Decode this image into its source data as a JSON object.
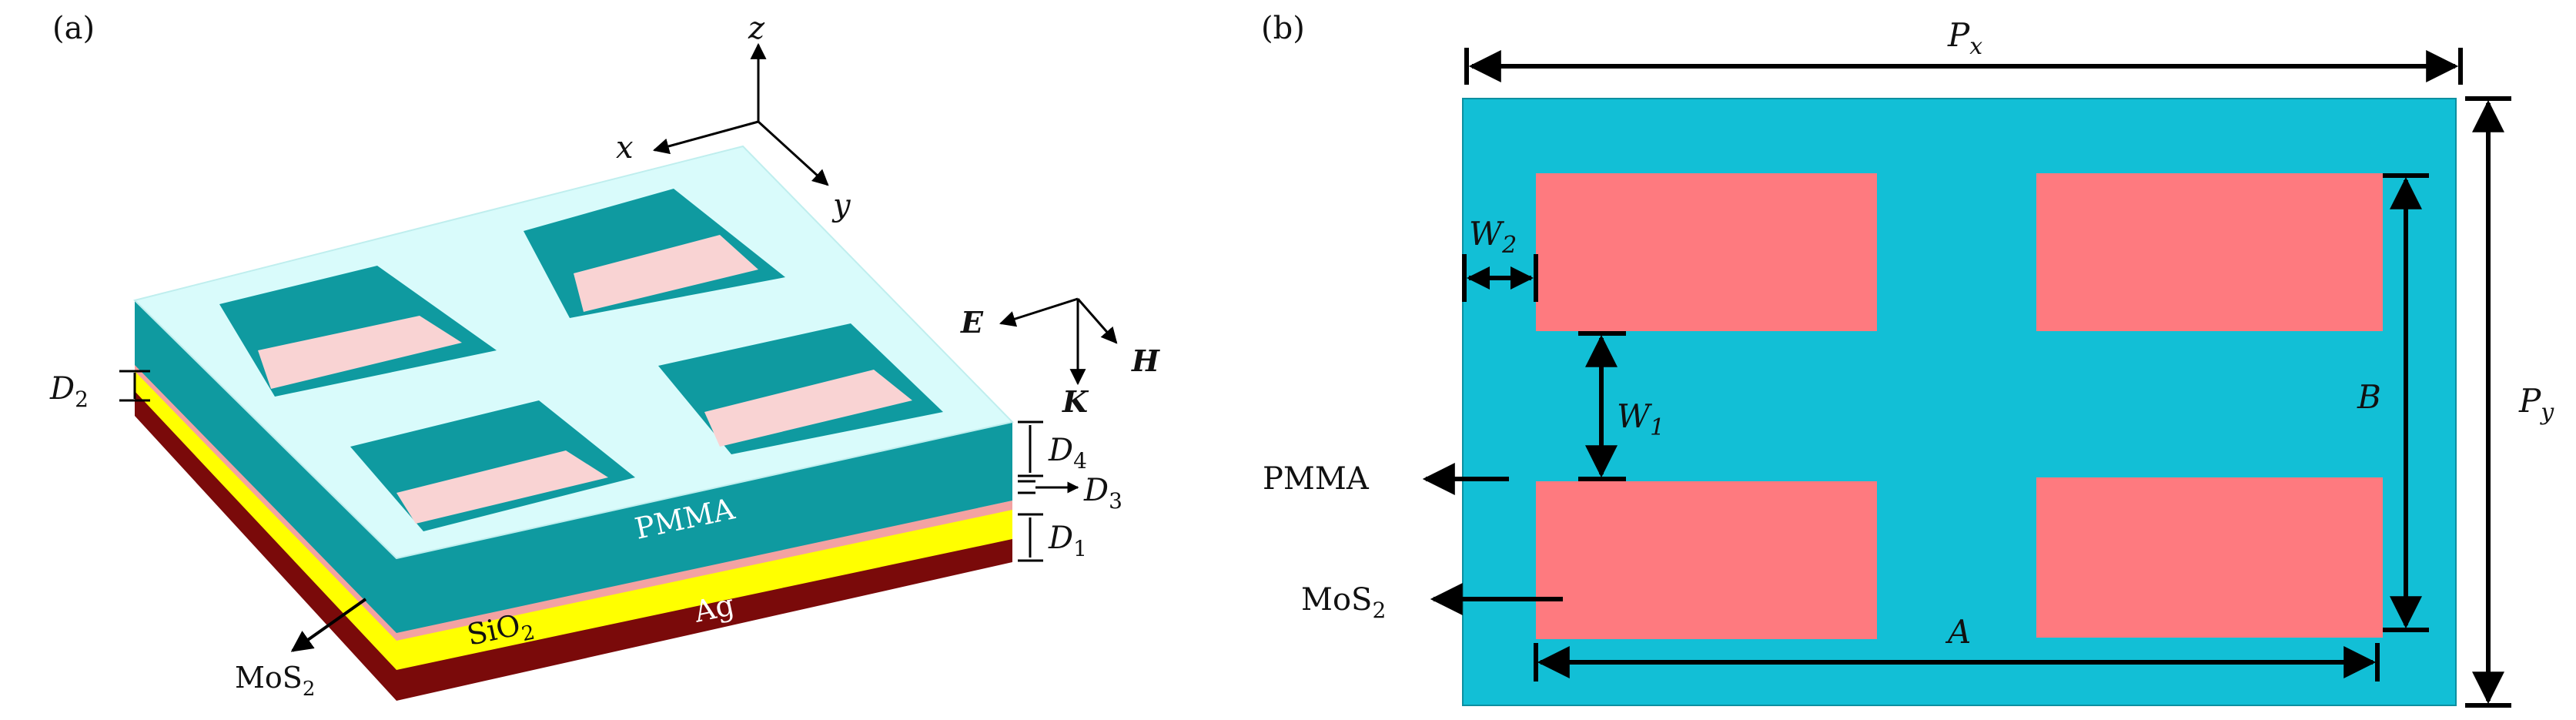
{
  "panels": {
    "a": {
      "label": "(a)",
      "axes": {
        "z": "z",
        "x": "x",
        "y": "y"
      },
      "fields": {
        "E": "E",
        "H": "H",
        "K": "K"
      },
      "dims": {
        "D2": {
          "main": "D",
          "sub": "2"
        },
        "D4": {
          "main": "D",
          "sub": "4"
        },
        "D3": {
          "main": "D",
          "sub": "3"
        },
        "D1": {
          "main": "D",
          "sub": "1"
        }
      },
      "materials": {
        "pmma": "PMMA",
        "sio2": {
          "main": "SiO",
          "sub": "2"
        },
        "ag": "Ag",
        "mos2": {
          "main": "MoS",
          "sub": "2"
        }
      },
      "colors": {
        "pmma_top": "#d9fbfb",
        "pmma_side": "#0f9aa0",
        "mos2_layer": "#f3a2a2",
        "sio2_layer": "#ffff00",
        "ag_layer": "#7a0a0a",
        "hole_floor": "#f9d3d3"
      }
    },
    "b": {
      "label": "(b)",
      "dims": {
        "Px": {
          "main": "P",
          "sub": "x"
        },
        "Py": {
          "main": "P",
          "sub": "y"
        },
        "W2": {
          "main": "W",
          "sub": "2"
        },
        "W1": {
          "main": "W",
          "sub": "1"
        },
        "B": "B",
        "A": "A"
      },
      "materials": {
        "pmma": "PMMA",
        "mos2": {
          "main": "MoS",
          "sub": "2"
        }
      },
      "colors": {
        "background": "#12bfd6",
        "rect": "#fe7a7f",
        "arrow": "#000000"
      }
    }
  }
}
